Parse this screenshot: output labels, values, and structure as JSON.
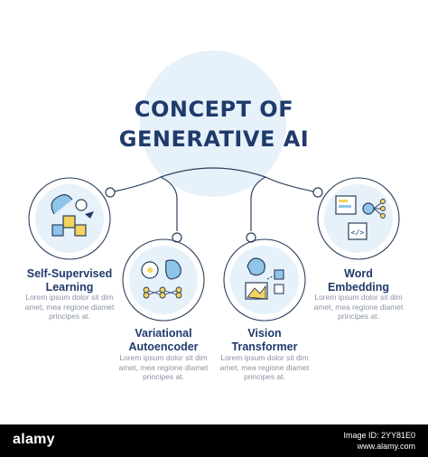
{
  "title": {
    "line1": "CONCEPT OF",
    "line2": "GENERATIVE AI"
  },
  "colors": {
    "navy": "#1f3a6b",
    "light_blue": "#e6f1fa",
    "yellow": "#f4d35e",
    "blue": "#8ec5ea",
    "line": "#2b3f5c"
  },
  "concepts": [
    {
      "title_1": "Self-Supervised",
      "title_2": "Learning",
      "desc_1": "Lorem ipsum dolor sit dim",
      "desc_2": "amet, mea regione diamet",
      "desc_3": "principes at.",
      "icon": "puzzle-brain-icon"
    },
    {
      "title_1": "Variational",
      "title_2": "Autoencoder",
      "desc_1": "Lorem ipsum dolor sit dim",
      "desc_2": "amet, mea regione diamet",
      "desc_3": "principes at.",
      "icon": "neural-network-icon"
    },
    {
      "title_1": "Vision",
      "title_2": "Transformer",
      "desc_1": "Lorem ipsum dolor sit dim",
      "desc_2": "amet, mea regione diamet",
      "desc_3": "principes at.",
      "icon": "vision-image-icon"
    },
    {
      "title_1": "Word",
      "title_2": "Embedding",
      "desc_1": "Lorem ipsum dolor sit dim",
      "desc_2": "amet, mea regione diamet",
      "desc_3": "principes at.",
      "icon": "chip-embedding-icon"
    }
  ],
  "footer": {
    "logo": "alamy",
    "id_line": "Image ID: 2YY81E0",
    "url_line": "www.alamy.com"
  }
}
